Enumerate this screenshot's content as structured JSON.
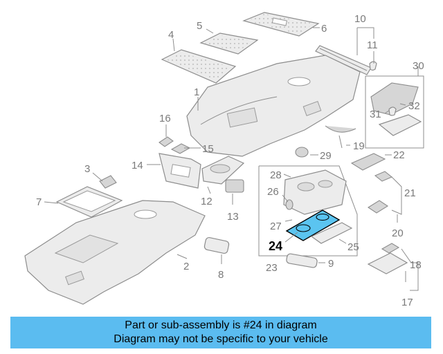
{
  "callouts": [
    {
      "id": "c1",
      "text": "1"
    },
    {
      "id": "c2",
      "text": "2"
    },
    {
      "id": "c3",
      "text": "3"
    },
    {
      "id": "c4",
      "text": "4"
    },
    {
      "id": "c5",
      "text": "5"
    },
    {
      "id": "c6",
      "text": "6"
    },
    {
      "id": "c7",
      "text": "7"
    },
    {
      "id": "c8",
      "text": "8"
    },
    {
      "id": "c9",
      "text": "9"
    },
    {
      "id": "c10",
      "text": "10"
    },
    {
      "id": "c11",
      "text": "11"
    },
    {
      "id": "c12",
      "text": "12"
    },
    {
      "id": "c13",
      "text": "13"
    },
    {
      "id": "c14",
      "text": "14"
    },
    {
      "id": "c15",
      "text": "15"
    },
    {
      "id": "c16",
      "text": "16"
    },
    {
      "id": "c17",
      "text": "17"
    },
    {
      "id": "c18",
      "text": "18"
    },
    {
      "id": "c19",
      "text": "19"
    },
    {
      "id": "c20",
      "text": "20"
    },
    {
      "id": "c21",
      "text": "21"
    },
    {
      "id": "c22",
      "text": "22"
    },
    {
      "id": "c23",
      "text": "23"
    },
    {
      "id": "c24",
      "text": "24"
    },
    {
      "id": "c25",
      "text": "25"
    },
    {
      "id": "c26",
      "text": "26"
    },
    {
      "id": "c27",
      "text": "27"
    },
    {
      "id": "c28",
      "text": "28"
    },
    {
      "id": "c29",
      "text": "29"
    },
    {
      "id": "c30",
      "text": "30"
    },
    {
      "id": "c31",
      "text": "31"
    },
    {
      "id": "c32",
      "text": "32"
    }
  ],
  "highlighted_part": "24",
  "highlight_color": "#5bc4f0",
  "banner": {
    "line1": "Part or sub-assembly is #24 in diagram",
    "line2": "Diagram may not be specific to your vehicle",
    "background": "#5bbcf0"
  }
}
